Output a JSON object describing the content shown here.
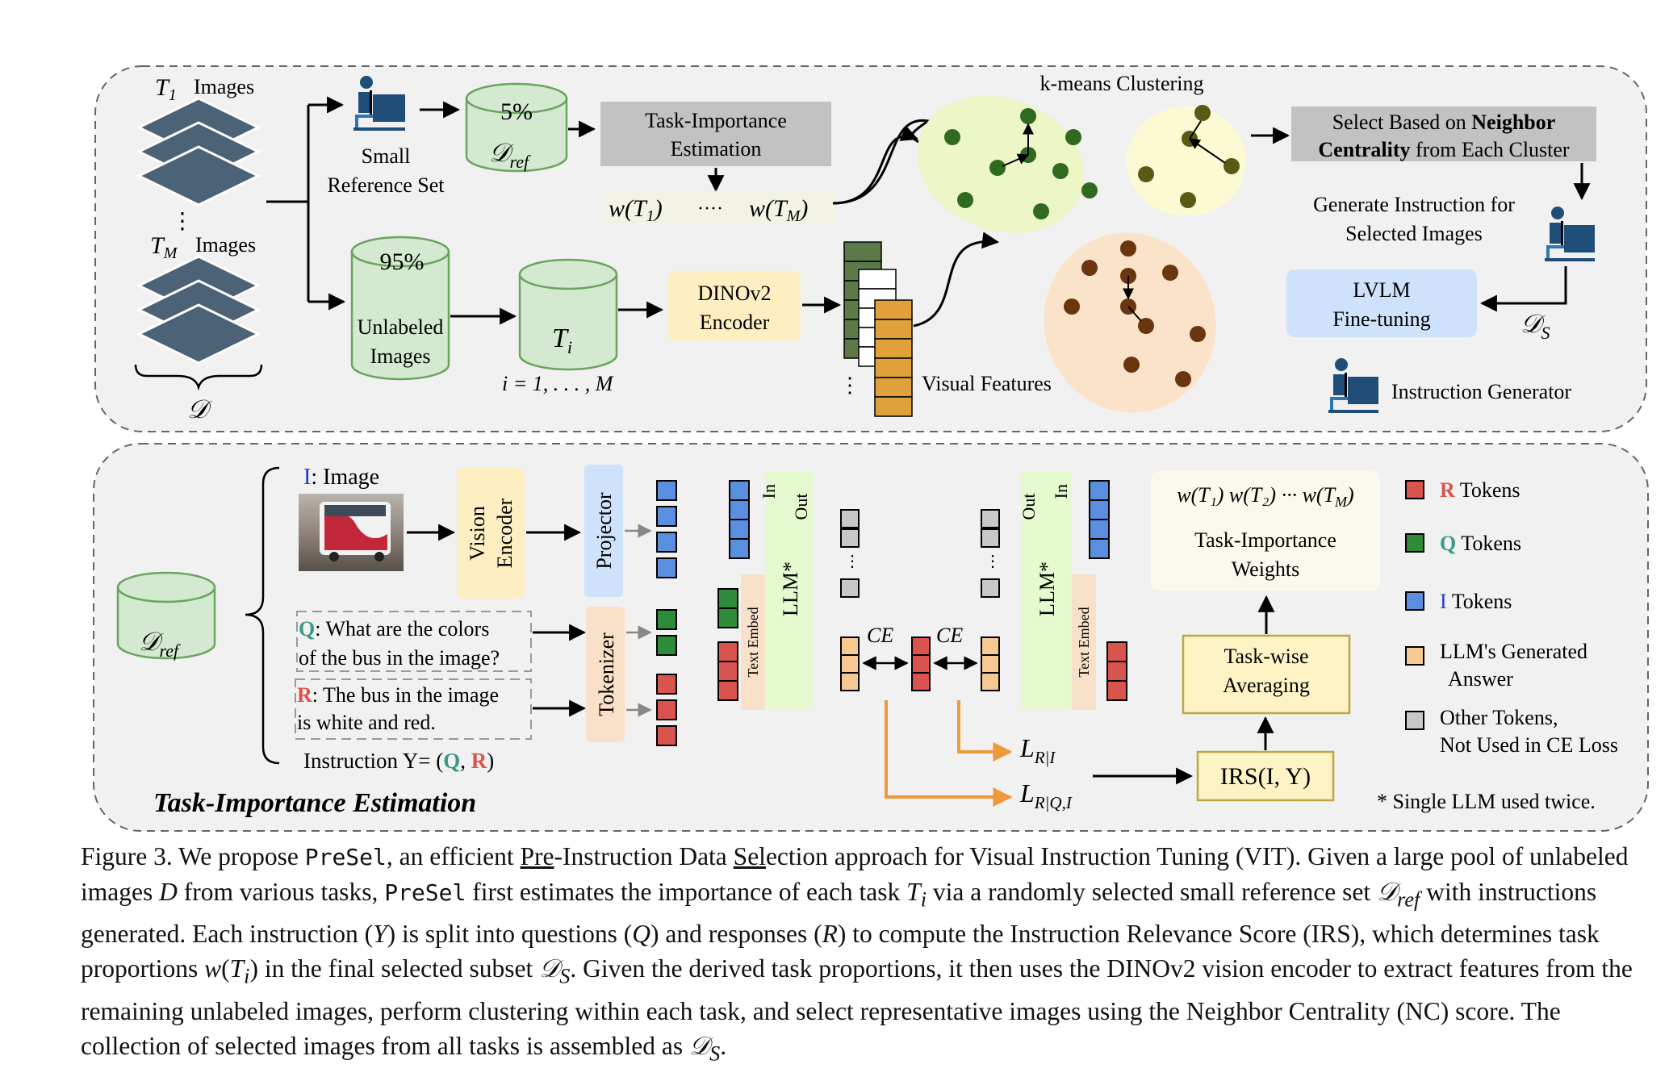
{
  "top_panel": {
    "task_first": "T",
    "task_first_sub": "1",
    "images_word": "Images",
    "task_last": "T",
    "task_last_sub": "M",
    "dataset_symbol": "𝒟",
    "small_ref_line1": "Small",
    "small_ref_line2": "Reference Set",
    "ref_percent": "5%",
    "ref_symbol": "𝒟",
    "ref_sub": "ref",
    "tie_line1": "Task-Importance",
    "tie_line2": "Estimation",
    "w_first": "w(T",
    "w_first_sub": "1",
    "w_dots": "····",
    "w_last": "w(T",
    "w_last_sub": "M",
    "w_close": ")",
    "unlabeled_percent": "95%",
    "unlabeled_line1": "Unlabeled",
    "unlabeled_line2": "Images",
    "ti_symbol": "T",
    "ti_sub": "i",
    "ti_range": "i = 1, . . . , M",
    "encoder_line1": "DINOv2",
    "encoder_line2": "Encoder",
    "visual_features": "Visual Features",
    "kmeans": "k-means Clustering",
    "select_line1_a": "Select Based on ",
    "select_line1_b": "Neighbor",
    "select_line2_a": "Centrality",
    "select_line2_b": " from Each Cluster",
    "generate_line1": "Generate Instruction for",
    "generate_line2": "Selected Images",
    "lvlm_line1": "LVLM",
    "lvlm_line2": "Fine-tuning",
    "ds_symbol": "𝒟",
    "ds_sub": "S",
    "instruction_generator": "Instruction Generator"
  },
  "bottom_panel": {
    "dref_symbol": "𝒟",
    "dref_sub": "ref",
    "image_prefix": "I",
    "image_label": ": Image",
    "vision_encoder_line1": "Vision",
    "vision_encoder_line2": "Encoder",
    "projector": "Projector",
    "tokenizer": "Tokenizer",
    "q_prefix": "Q",
    "q_line1": ": What are the colors",
    "q_line2": "of the bus in the image?",
    "r_prefix": "R",
    "r_line1": ": The bus in the image",
    "r_line2": "is white and red.",
    "instruction_prefix": "Instruction Y= (",
    "instruction_q": "Q",
    "instruction_comma": ", ",
    "instruction_r": "R",
    "instruction_close": ")",
    "llm_in": "In",
    "llm_out": "Out",
    "llm_label": "LLM*",
    "text_embed": "Text Embed",
    "ce": "CE",
    "loss_r_i": "L",
    "loss_r_i_sub": "R|I",
    "loss_r_qi": "L",
    "loss_r_qi_sub": "R|Q,I",
    "irs": "IRS(I, Y)",
    "weights_formula": "w(T₁) w(T₂) ··· w(T",
    "weights_formula_sub": "M",
    "weights_formula_close": ")",
    "weights_line1": "Task-Importance",
    "weights_line2": "Weights",
    "averaging_line1": "Task-wise",
    "averaging_line2": "Averaging",
    "panel_title": "Task-Importance Estimation",
    "footnote": "* Single LLM used twice."
  },
  "legend": [
    {
      "prefix": "R",
      "text": " Tokens",
      "color": "#d9534f",
      "prefix_color": "#d9534f"
    },
    {
      "prefix": "Q",
      "text": " Tokens",
      "color": "#2e8b3a",
      "prefix_color": "#3a9a8a"
    },
    {
      "prefix": "I",
      "text": " Tokens",
      "color": "#5a8fe0",
      "prefix_color": "#1a3fcf"
    },
    {
      "prefix": "",
      "text": "LLM's Generated",
      "text2": "Answer",
      "color": "#f6c892",
      "prefix_color": "#000000"
    },
    {
      "prefix": "",
      "text": "Other Tokens,",
      "text2": "Not Used in CE Loss",
      "color": "#c8c8c8",
      "prefix_color": "#000000"
    }
  ],
  "caption": {
    "figure_label": "Figure 3.",
    "s1": " We propose ",
    "presel": "PreSel",
    "s2": ", an efficient ",
    "pre": "Pre",
    "s3": "-Instruction Data ",
    "sel": "Sel",
    "s4": "ection approach for Visual Instruction Tuning (VIT). Given a large pool of unlabeled images ",
    "d": "D",
    "s5": " from various tasks, ",
    "presel2": "PreSel",
    "s6": " first estimates the importance of each task ",
    "ti": "T",
    "ti_sub": "i",
    "s7": " via a randomly selected small reference set ",
    "dref": "𝒟",
    "dref_sub": "ref",
    "s8": " with instructions generated. Each instruction (",
    "y": "Y",
    "s9": ") is split into questions (",
    "q": "Q",
    "s10": ") and responses (",
    "r": "R",
    "s11": ") to compute the Instruction Relevance Score (IRS), which determines task proportions ",
    "w": "w",
    "w_paren": "(",
    "w_t": "T",
    "w_t_sub": "i",
    "w_close": ")",
    "s12": " in the final selected subset ",
    "ds": "𝒟",
    "ds_sub": "S",
    "s13": ". Given the derived task proportions, it then uses the DINOv2 vision encoder to extract features from the remaining unlabeled images, perform clustering within each task, and select representative images using the Neighbor Centrality (NC) score. The collection of selected images from all tasks is assembled as ",
    "ds2": "𝒟",
    "ds2_sub": "S",
    "s14": "."
  },
  "colors": {
    "panel_bg": "#f1f1f1",
    "cylinder_green": "#d3ead0",
    "cylinder_stroke": "#6ba35f",
    "gray_box": "#c2c2c2",
    "dino_box": "#fdefc2",
    "lvlm_box": "#cfe2fb",
    "cluster_green": "#ecf6c7",
    "cluster_yellow": "#fbfad2",
    "cluster_orange": "#fbe3c9",
    "dot_green": "#2f6a1f",
    "dot_olive": "#5a5a15",
    "dot_brown": "#6b3510",
    "stack_blue": "#4c6377",
    "orange_arrow": "#ee9a3a",
    "llm_green": "#e6fad0",
    "text_embed": "#f9e0c8",
    "vision_box": "#fdefc2",
    "projector_box": "#cfe2fb",
    "tokenizer_box": "#f9e0c8",
    "weights_box": "#fbf8ee",
    "averaging_box": "#fdf3c4",
    "irs_box": "#fdf3c4"
  }
}
